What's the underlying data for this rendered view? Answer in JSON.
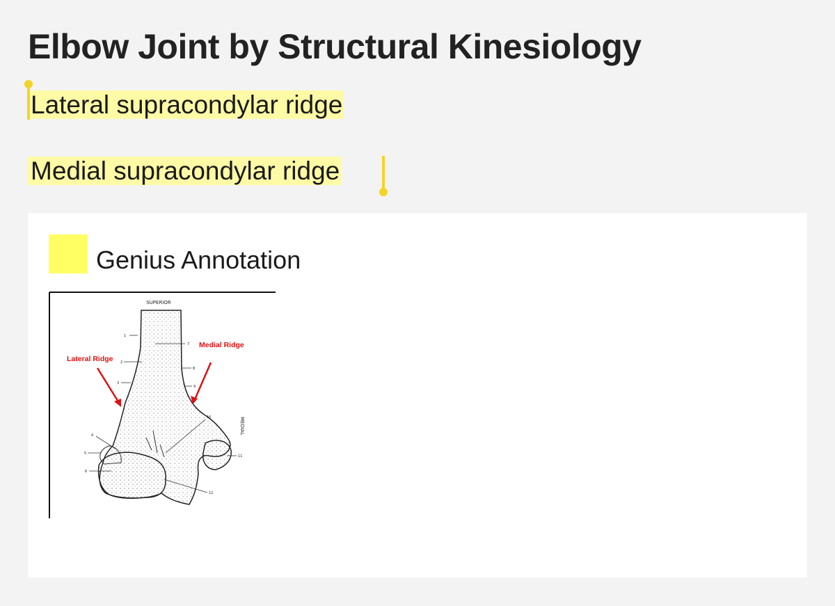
{
  "page": {
    "title": "Elbow Joint by Structural Kinesiology"
  },
  "highlights": [
    {
      "text": "Lateral supracondylar ridge"
    },
    {
      "text": "Medial supracondylar ridge"
    }
  ],
  "annotation": {
    "label": "Genius Annotation",
    "swatch_color": "#ffff64",
    "figure": {
      "superior_label": "SUPERIOR",
      "medial_label": "MEDIAL",
      "lateral_ridge_label": "Lateral Ridge",
      "medial_ridge_label": "Medial Ridge",
      "numbers": [
        "1",
        "2",
        "3",
        "4",
        "5",
        "6",
        "7",
        "8",
        "9",
        "10",
        "11",
        "12"
      ]
    }
  },
  "colors": {
    "highlight": "#fffaa5",
    "cursor": "#f3d428",
    "arrow": "#e01010"
  }
}
